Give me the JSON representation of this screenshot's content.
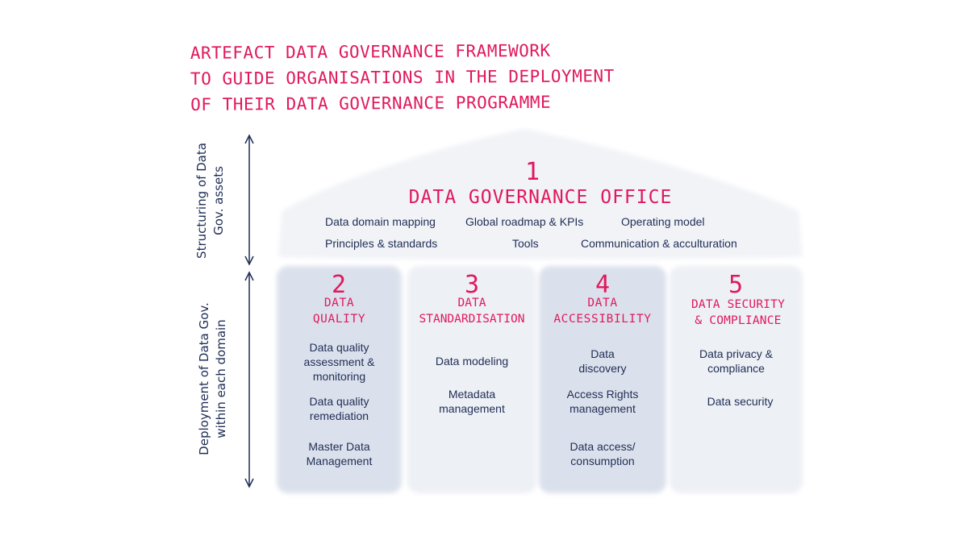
{
  "title_lines": [
    "Artefact Data Governance Framework",
    "to guide organisations in the deployment",
    "of their data governance programme"
  ],
  "side_labels": {
    "top": "Structuring of Data\nGov. assets",
    "bottom": "Deployment of Data Gov.\nwithin each domain"
  },
  "office": {
    "number": "1",
    "title": "Data Governance Office",
    "items_row1": [
      "Data domain mapping",
      "Global roadmap & KPIs",
      "Operating model"
    ],
    "items_row2": [
      "Principles & standards",
      "Tools",
      "Communication & acculturation"
    ]
  },
  "pillars": [
    {
      "number": "2",
      "name_lines": [
        "Data",
        "Quality"
      ],
      "items": [
        "Data quality\nassessment &\nmonitoring",
        "Data quality\nremediation",
        "Master Data\nManagement"
      ]
    },
    {
      "number": "3",
      "name_lines": [
        "Data",
        "Standardisation"
      ],
      "items": [
        "Data modeling",
        "Metadata\nmanagement"
      ]
    },
    {
      "number": "4",
      "name_lines": [
        "Data",
        "Accessibility"
      ],
      "items": [
        "Data\ndiscovery",
        "Access Rights\nmanagement",
        "Data access/\nconsumption"
      ]
    },
    {
      "number": "5",
      "name_lines": [
        "Data Security",
        "& Compliance"
      ],
      "items": [
        "Data privacy &\ncompliance",
        "Data security"
      ]
    }
  ],
  "colors": {
    "accent_red": "#e0195c",
    "text_navy": "#1f2d55",
    "fill_light": "#f1f3f7",
    "fill_pillar_dark": "#dbe1ec",
    "fill_pillar_light": "#edf0f5",
    "arrow": "#1f2d55"
  }
}
